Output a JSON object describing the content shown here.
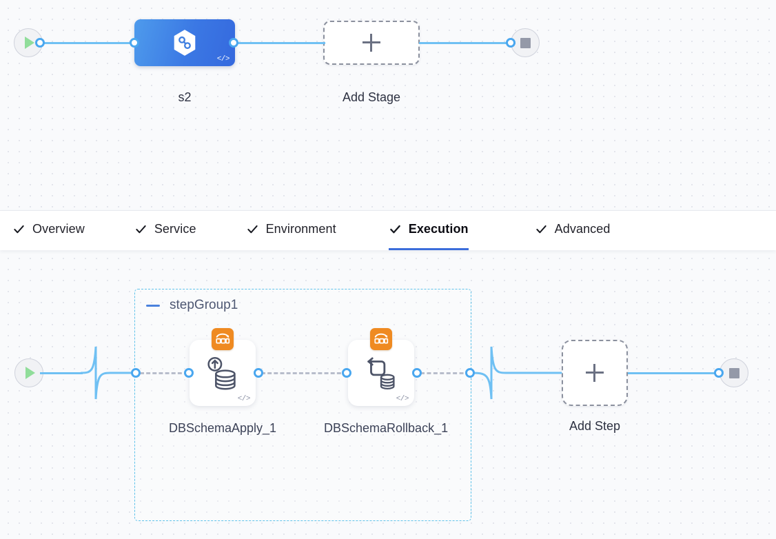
{
  "app": {
    "kind": "pipeline-studio-canvas",
    "colors": {
      "canvas_bg": "#f9fafc",
      "grid_dot": "#e3e5ec",
      "link_blue": "#6fc0f3",
      "port_blue": "#4aa7ef",
      "stage_gradient_from": "#4e9bec",
      "stage_gradient_to": "#3569de",
      "tab_active_underline": "#3b6ddb",
      "stepgroup_border": "#5ec2ea",
      "template_badge_orange": "#ef8a21",
      "start_play_green": "#90dd9a",
      "stop_gray": "#9499a8"
    }
  },
  "stage_canvas": {
    "start_node": {
      "name": "pipeline-start",
      "icon": "play-icon"
    },
    "stage": {
      "label": "s2",
      "icon": "harness-cd-hexagon-icon",
      "code_badge": "</>"
    },
    "add_stage": {
      "label": "Add Stage",
      "icon": "plus-icon"
    },
    "end_node": {
      "name": "pipeline-end",
      "icon": "stop-icon"
    }
  },
  "tabs": {
    "items": [
      {
        "label": "Overview",
        "icon": "check-icon",
        "active": false
      },
      {
        "label": "Service",
        "icon": "check-icon",
        "active": false
      },
      {
        "label": "Environment",
        "icon": "check-icon",
        "active": false
      },
      {
        "label": "Execution",
        "icon": "check-icon",
        "active": true
      },
      {
        "label": "Advanced",
        "icon": "check-icon",
        "active": false
      }
    ]
  },
  "execution_canvas": {
    "start_node": {
      "name": "execution-start",
      "icon": "play-icon"
    },
    "step_group": {
      "title": "stepGroup1",
      "collapse_icon": "minus-icon",
      "steps": [
        {
          "label": "DBSchemaApply_1",
          "icon": "db-schema-apply-icon",
          "badge_icon": "template-badge-icon",
          "code_badge": "</>"
        },
        {
          "label": "DBSchemaRollback_1",
          "icon": "db-schema-rollback-icon",
          "badge_icon": "template-badge-icon",
          "code_badge": "</>"
        }
      ]
    },
    "add_step": {
      "label": "Add Step",
      "icon": "plus-icon"
    },
    "end_node": {
      "name": "execution-end",
      "icon": "stop-icon"
    }
  }
}
